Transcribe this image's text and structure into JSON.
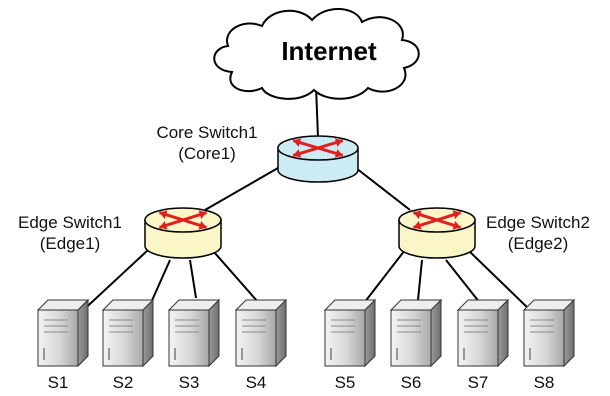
{
  "cloud": {
    "label": "Internet"
  },
  "core": {
    "line1": "Core Switch1",
    "line2": "(Core1)",
    "color": "#cdebf3"
  },
  "edges": [
    {
      "line1": "Edge Switch1",
      "line2": "(Edge1)",
      "color": "#fbf6c8"
    },
    {
      "line1": "Edge Switch2",
      "line2": "(Edge2)",
      "color": "#fbf6c8"
    }
  ],
  "servers": [
    "S1",
    "S2",
    "S3",
    "S4",
    "S5",
    "S6",
    "S7",
    "S8"
  ],
  "arrow_color": "#e02020"
}
